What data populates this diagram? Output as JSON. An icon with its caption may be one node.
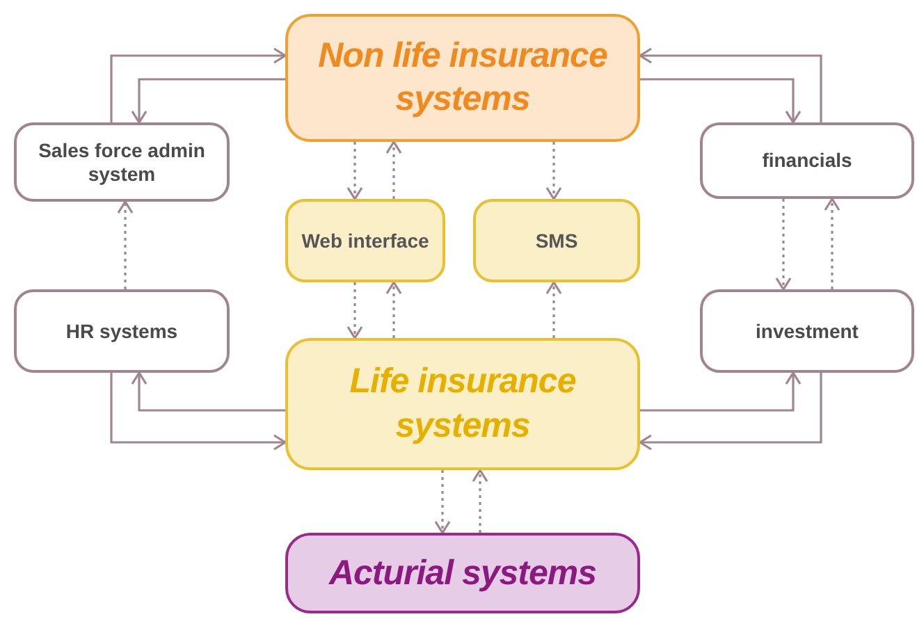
{
  "diagram": {
    "nodes": [
      {
        "text": [
          "Non life insurance systems"
        ]
      },
      {
        "text": [
          "Sales force admin system"
        ]
      },
      {
        "text": [
          "financials"
        ]
      },
      {
        "text": [
          "Web interface"
        ]
      },
      {
        "text": [
          "SMS"
        ]
      },
      {
        "text": [
          "HR systems"
        ]
      },
      {
        "text": [
          "investment"
        ]
      },
      {
        "text": [
          "Life insurance systems"
        ]
      },
      {
        "text": [
          "Acturial systems"
        ]
      }
    ],
    "edges": [
      {
        "from": 1,
        "to": 0,
        "arrow": "to"
      },
      {
        "from": 0,
        "to": 1,
        "arrow": "to"
      },
      {
        "from": 2,
        "to": 0,
        "arrow": "to"
      },
      {
        "from": 0,
        "to": 2,
        "arrow": "to"
      },
      {
        "from": 0,
        "to": 3,
        "arrow": "to",
        "style": "dashed"
      },
      {
        "from": 3,
        "to": 0,
        "arrow": "to",
        "style": "dashed"
      },
      {
        "from": 0,
        "to": 4,
        "arrow": "to",
        "style": "dashed"
      },
      {
        "from": 5,
        "to": 1,
        "arrow": "to",
        "style": "dashed"
      },
      {
        "from": 2,
        "to": 6,
        "arrow": "to",
        "style": "dashed"
      },
      {
        "from": 6,
        "to": 2,
        "arrow": "to",
        "style": "dashed"
      },
      {
        "from": 3,
        "to": 7,
        "arrow": "to",
        "style": "dashed"
      },
      {
        "from": 7,
        "to": 3,
        "arrow": "to",
        "style": "dashed"
      },
      {
        "from": 7,
        "to": 4,
        "arrow": "to",
        "style": "dashed"
      },
      {
        "from": 7,
        "to": 5,
        "arrow": "to"
      },
      {
        "from": 5,
        "to": 7,
        "arrow": "to"
      },
      {
        "from": 7,
        "to": 6,
        "arrow": "to"
      },
      {
        "from": 6,
        "to": 7,
        "arrow": "to"
      },
      {
        "from": 7,
        "to": 8,
        "arrow": "to",
        "style": "dashed"
      },
      {
        "from": 8,
        "to": 7,
        "arrow": "to",
        "style": "dashed"
      }
    ]
  }
}
